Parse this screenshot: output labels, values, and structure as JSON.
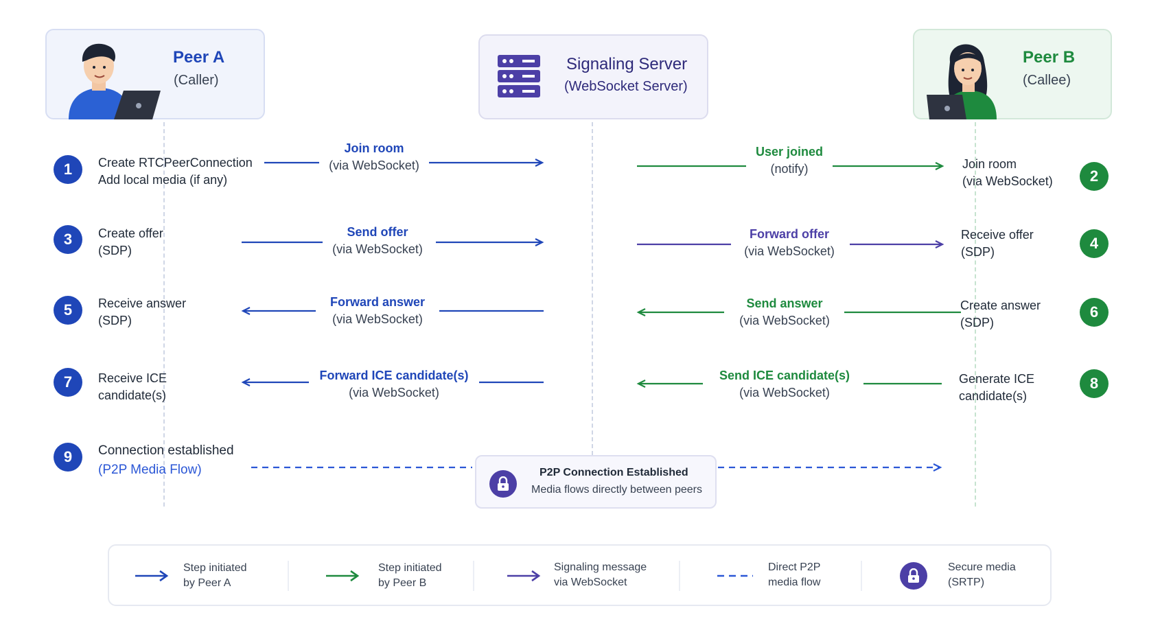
{
  "peer_a": {
    "title": "Peer A",
    "role": "(Caller)"
  },
  "server": {
    "title": "Signaling Server",
    "subtitle": "(WebSocket Server)"
  },
  "peer_b": {
    "title": "Peer B",
    "role": "(Callee)"
  },
  "steps": [
    {
      "num": "1",
      "line1": "Create RTCPeerConnection",
      "line2": "Add local media (if any)"
    },
    {
      "num": "2",
      "line1": "Join room",
      "line2": "(via WebSocket)"
    },
    {
      "num": "3",
      "line1": "Create offer",
      "line2": "(SDP)"
    },
    {
      "num": "4",
      "line1": "Receive offer",
      "line2": "(SDP)"
    },
    {
      "num": "5",
      "line1": "Receive answer",
      "line2": "(SDP)"
    },
    {
      "num": "6",
      "line1": "Create answer",
      "line2": "(SDP)"
    },
    {
      "num": "7",
      "line1": "Receive ICE",
      "line2": "candidate(s)"
    },
    {
      "num": "8",
      "line1": "Generate ICE",
      "line2": "candidate(s)"
    },
    {
      "num": "9",
      "line1": "Connection established",
      "line2": "(P2P Media Flow)"
    }
  ],
  "messages": {
    "join_room": {
      "label": "Join room",
      "sub": "(via WebSocket)"
    },
    "user_joined": {
      "label": "User joined",
      "sub": "(notify)"
    },
    "send_offer": {
      "label": "Send offer",
      "sub": "(via WebSocket)"
    },
    "forward_offer": {
      "label": "Forward offer",
      "sub": "(via WebSocket)"
    },
    "forward_answer": {
      "label": "Forward answer",
      "sub": "(via WebSocket)"
    },
    "send_answer": {
      "label": "Send answer",
      "sub": "(via WebSocket)"
    },
    "forward_ice": {
      "label": "Forward ICE candidate(s)",
      "sub": "(via WebSocket)"
    },
    "send_ice": {
      "label": "Send ICE candidate(s)",
      "sub": "(via WebSocket)"
    }
  },
  "p2p": {
    "title": "P2P Connection Established",
    "subtitle": "Media flows directly between peers"
  },
  "legend": [
    {
      "line1": "Step initiated",
      "line2": "by Peer A"
    },
    {
      "line1": "Step initiated",
      "line2": "by Peer B"
    },
    {
      "line1": "Signaling message",
      "line2": "via WebSocket"
    },
    {
      "line1": "Direct P2P",
      "line2": "media flow"
    },
    {
      "line1": "Secure media",
      "line2": "(SRTP)"
    }
  ],
  "colors": {
    "peer_a": "#1f46b8",
    "peer_b": "#1e8a3e",
    "signaling": "#4c3fa6",
    "p2p_dashed": "#2b57d6"
  },
  "icons": [
    "person-laptop-icon",
    "server-rack-icon",
    "lock-icon",
    "arrow-right-icon",
    "arrow-left-icon"
  ]
}
